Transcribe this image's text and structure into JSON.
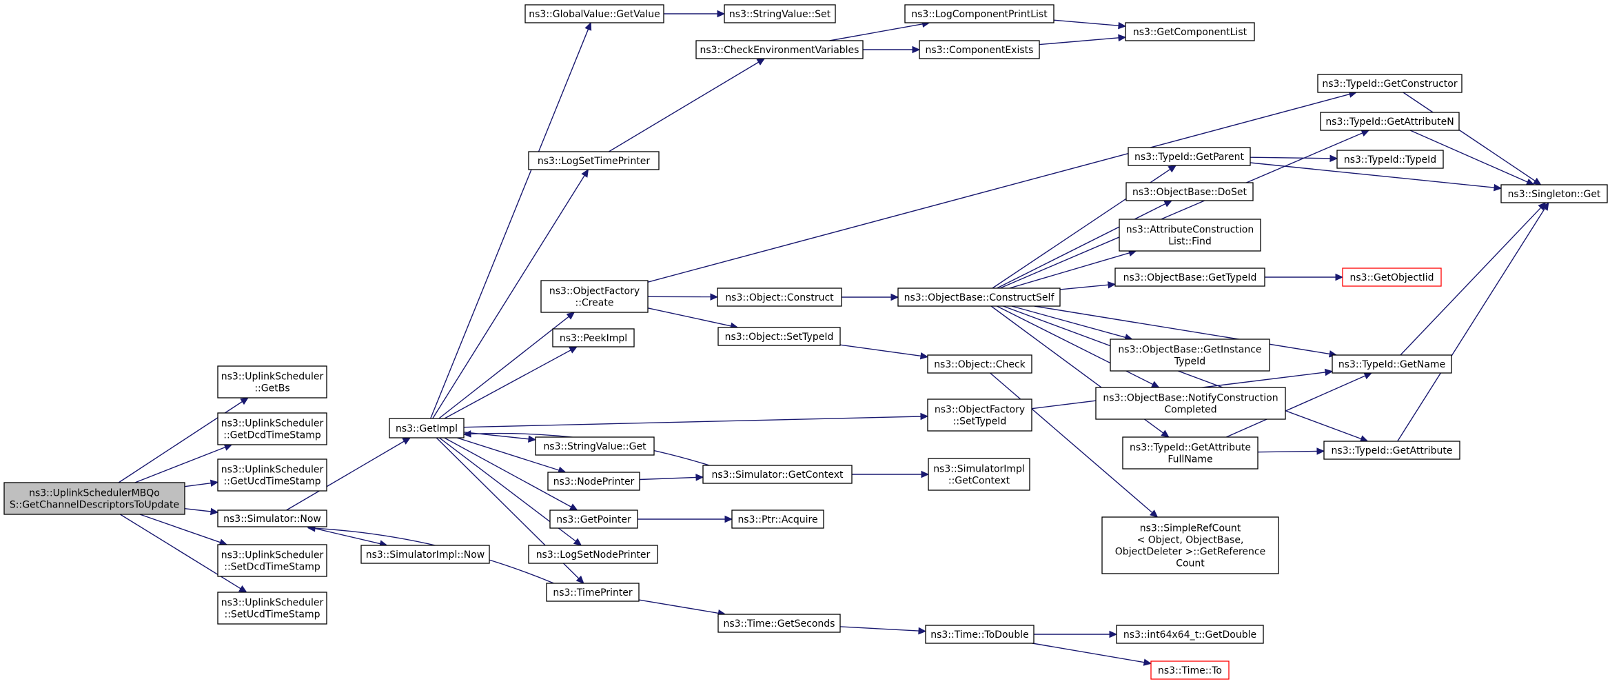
{
  "colors": {
    "edge": "#191970",
    "root_fill": "#bfbfbf",
    "node_border": "#000000",
    "truncated_border": "#ff0000"
  },
  "nodes": [
    {
      "id": "root",
      "lines": [
        "ns3::UplinkSchedulerMBQo",
        "S::GetChannelDescriptorsToUpdate"
      ],
      "style": "root"
    },
    {
      "id": "getbs",
      "lines": [
        "ns3::UplinkScheduler",
        "::GetBs"
      ]
    },
    {
      "id": "getdcd",
      "lines": [
        "ns3::UplinkScheduler",
        "::GetDcdTimeStamp"
      ]
    },
    {
      "id": "getucd",
      "lines": [
        "ns3::UplinkScheduler",
        "::GetUcdTimeStamp"
      ]
    },
    {
      "id": "simnow",
      "lines": [
        "ns3::Simulator::Now"
      ]
    },
    {
      "id": "setdcd",
      "lines": [
        "ns3::UplinkScheduler",
        "::SetDcdTimeStamp"
      ]
    },
    {
      "id": "setucd",
      "lines": [
        "ns3::UplinkScheduler",
        "::SetUcdTimeStamp"
      ]
    },
    {
      "id": "getimpl",
      "lines": [
        "ns3::GetImpl"
      ]
    },
    {
      "id": "simimplnow",
      "lines": [
        "ns3::SimulatorImpl::Now"
      ]
    },
    {
      "id": "gvget",
      "lines": [
        "ns3::GlobalValue::GetValue"
      ]
    },
    {
      "id": "strset",
      "lines": [
        "ns3::StringValue::Set"
      ]
    },
    {
      "id": "checkenv",
      "lines": [
        "ns3::CheckEnvironmentVariables"
      ]
    },
    {
      "id": "logprint",
      "lines": [
        "ns3::LogComponentPrintList"
      ]
    },
    {
      "id": "compexists",
      "lines": [
        "ns3::ComponentExists"
      ]
    },
    {
      "id": "getcomplist",
      "lines": [
        "ns3::GetComponentList"
      ]
    },
    {
      "id": "logsettp",
      "lines": [
        "ns3::LogSetTimePrinter"
      ]
    },
    {
      "id": "ofcreate",
      "lines": [
        "ns3::ObjectFactory",
        "::Create"
      ]
    },
    {
      "id": "peekimpl",
      "lines": [
        "ns3::PeekImpl"
      ]
    },
    {
      "id": "strget",
      "lines": [
        "ns3::StringValue::Get"
      ]
    },
    {
      "id": "nodeprinter",
      "lines": [
        "ns3::NodePrinter"
      ]
    },
    {
      "id": "getpointer",
      "lines": [
        "ns3::GetPointer"
      ]
    },
    {
      "id": "logsetnp",
      "lines": [
        "ns3::LogSetNodePrinter"
      ]
    },
    {
      "id": "timeprinter",
      "lines": [
        "ns3::TimePrinter"
      ]
    },
    {
      "id": "objconstruct",
      "lines": [
        "ns3::Object::Construct"
      ]
    },
    {
      "id": "objsettid",
      "lines": [
        "ns3::Object::SetTypeId"
      ]
    },
    {
      "id": "simgetctx",
      "lines": [
        "ns3::Simulator::GetContext"
      ]
    },
    {
      "id": "ptracquire",
      "lines": [
        "ns3::Ptr::Acquire"
      ]
    },
    {
      "id": "timegetsec",
      "lines": [
        "ns3::Time::GetSeconds"
      ]
    },
    {
      "id": "obconstructself",
      "lines": [
        "ns3::ObjectBase::ConstructSelf"
      ]
    },
    {
      "id": "objcheck",
      "lines": [
        "ns3::Object::Check"
      ]
    },
    {
      "id": "ofsettid",
      "lines": [
        "ns3::ObjectFactory",
        "::SetTypeId"
      ]
    },
    {
      "id": "simimplgetctx",
      "lines": [
        "ns3::SimulatorImpl",
        "::GetContext"
      ]
    },
    {
      "id": "timetodouble",
      "lines": [
        "ns3::Time::ToDouble"
      ]
    },
    {
      "id": "tidgetparent",
      "lines": [
        "ns3::TypeId::GetParent"
      ]
    },
    {
      "id": "obdoset",
      "lines": [
        "ns3::ObjectBase::DoSet"
      ]
    },
    {
      "id": "acfind",
      "lines": [
        "ns3::AttributeConstruction",
        "List::Find"
      ]
    },
    {
      "id": "obgettid",
      "lines": [
        "ns3::ObjectBase::GetTypeId"
      ]
    },
    {
      "id": "obgetinst",
      "lines": [
        "ns3::ObjectBase::GetInstance",
        "TypeId"
      ]
    },
    {
      "id": "obnotify",
      "lines": [
        "ns3::ObjectBase::NotifyConstruction",
        "Completed"
      ]
    },
    {
      "id": "tidgetattrfull",
      "lines": [
        "ns3::TypeId::GetAttribute",
        "FullName"
      ]
    },
    {
      "id": "simplerefcount",
      "lines": [
        "ns3::SimpleRefCount",
        "< Object, ObjectBase,",
        "ObjectDeleter >::GetReference",
        "Count"
      ]
    },
    {
      "id": "int64getdouble",
      "lines": [
        "ns3::int64x64_t::GetDouble"
      ]
    },
    {
      "id": "timeto",
      "lines": [
        "ns3::Time::To"
      ],
      "style": "trunc"
    },
    {
      "id": "tidgetctor",
      "lines": [
        "ns3::TypeId::GetConstructor"
      ]
    },
    {
      "id": "tidgetattrn",
      "lines": [
        "ns3::TypeId::GetAttributeN"
      ]
    },
    {
      "id": "tidtypeid",
      "lines": [
        "ns3::TypeId::TypeId"
      ]
    },
    {
      "id": "getobjectiid",
      "lines": [
        "ns3::GetObjectIid"
      ],
      "style": "trunc"
    },
    {
      "id": "tidgetname",
      "lines": [
        "ns3::TypeId::GetName"
      ]
    },
    {
      "id": "tidgetattr",
      "lines": [
        "ns3::TypeId::GetAttribute"
      ]
    },
    {
      "id": "singletonget",
      "lines": [
        "ns3::Singleton::Get"
      ]
    }
  ],
  "edges": [
    [
      "root",
      "getbs"
    ],
    [
      "root",
      "getdcd"
    ],
    [
      "root",
      "getucd"
    ],
    [
      "root",
      "simnow"
    ],
    [
      "root",
      "setdcd"
    ],
    [
      "root",
      "setucd"
    ],
    [
      "simnow",
      "getimpl"
    ],
    [
      "simnow",
      "simimplnow"
    ],
    [
      "getimpl",
      "gvget"
    ],
    [
      "getimpl",
      "logsettp"
    ],
    [
      "getimpl",
      "ofcreate"
    ],
    [
      "getimpl",
      "peekimpl"
    ],
    [
      "getimpl",
      "strget"
    ],
    [
      "getimpl",
      "nodeprinter"
    ],
    [
      "getimpl",
      "getpointer"
    ],
    [
      "getimpl",
      "logsetnp"
    ],
    [
      "getimpl",
      "timeprinter"
    ],
    [
      "getimpl",
      "ofsettid"
    ],
    [
      "gvget",
      "strset"
    ],
    [
      "checkenv",
      "logprint"
    ],
    [
      "checkenv",
      "compexists"
    ],
    [
      "logprint",
      "getcomplist"
    ],
    [
      "compexists",
      "getcomplist"
    ],
    [
      "logsettp",
      "checkenv"
    ],
    [
      "ofcreate",
      "objconstruct"
    ],
    [
      "ofcreate",
      "objsettid"
    ],
    [
      "ofcreate",
      "tidgetctor"
    ],
    [
      "objconstruct",
      "obconstructself"
    ],
    [
      "objsettid",
      "objcheck"
    ],
    [
      "nodeprinter",
      "simgetctx"
    ],
    [
      "simgetctx",
      "getimpl"
    ],
    [
      "simgetctx",
      "simimplgetctx"
    ],
    [
      "getpointer",
      "ptracquire"
    ],
    [
      "timeprinter",
      "simnow"
    ],
    [
      "timeprinter",
      "timegetsec"
    ],
    [
      "timegetsec",
      "timetodouble"
    ],
    [
      "timetodouble",
      "int64getdouble"
    ],
    [
      "timetodouble",
      "timeto"
    ],
    [
      "obconstructself",
      "tidgetparent"
    ],
    [
      "obconstructself",
      "obdoset"
    ],
    [
      "obconstructself",
      "acfind"
    ],
    [
      "obconstructself",
      "obgettid"
    ],
    [
      "obconstructself",
      "obgetinst"
    ],
    [
      "obconstructself",
      "obnotify"
    ],
    [
      "obconstructself",
      "tidgetattrfull"
    ],
    [
      "obconstructself",
      "tidgetname"
    ],
    [
      "obconstructself",
      "tidgetattrn"
    ],
    [
      "obconstructself",
      "tidgetattr"
    ],
    [
      "objcheck",
      "simplerefcount"
    ],
    [
      "ofsettid",
      "tidgetname"
    ],
    [
      "tidgetparent",
      "tidtypeid"
    ],
    [
      "tidgetparent",
      "singletonget"
    ],
    [
      "obgettid",
      "getobjectiid"
    ],
    [
      "tidgetattrfull",
      "tidgetname"
    ],
    [
      "tidgetattrfull",
      "tidgetattr"
    ],
    [
      "tidgetctor",
      "singletonget"
    ],
    [
      "tidgetattrn",
      "singletonget"
    ],
    [
      "tidgetname",
      "singletonget"
    ],
    [
      "tidgetattr",
      "singletonget"
    ]
  ]
}
